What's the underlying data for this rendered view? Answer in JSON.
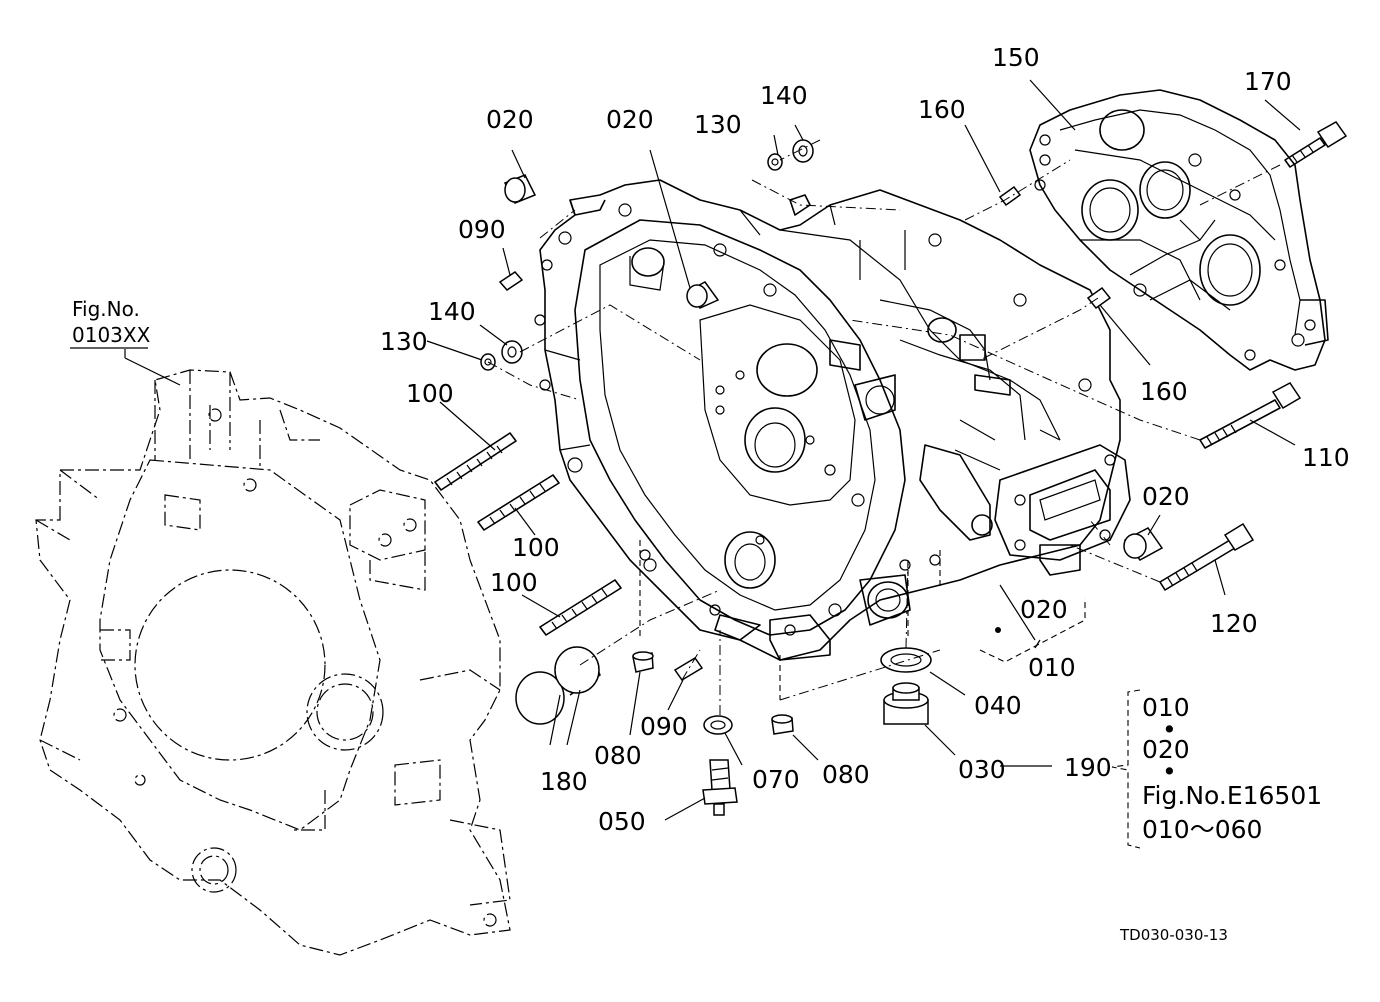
{
  "diagram": {
    "labels": {
      "p020a": "020",
      "p020b": "020",
      "p140a": "140",
      "p130a": "130",
      "p150": "150",
      "p170": "170",
      "p160a": "160",
      "p090a": "090",
      "p140b": "140",
      "p130b": "130",
      "p100a": "100",
      "p100b": "100",
      "p100c": "100",
      "p160b": "160",
      "p110": "110",
      "p020c": "020",
      "p120": "120",
      "p020d": "020",
      "p010": "010",
      "p040": "040",
      "p090b": "090",
      "p080a": "080",
      "p070": "070",
      "p080b": "080",
      "p030": "030",
      "p180": "180",
      "p050": "050",
      "p190": "190"
    },
    "fig_ref": {
      "line1": "Fig.No.",
      "line2": "0103XX"
    },
    "kit_list": {
      "item1": "010",
      "item2": "020",
      "item3": "Fig.No.E16501",
      "item4": "010～060",
      "dot": "•"
    },
    "drawing_code": "TD030-030-13"
  }
}
